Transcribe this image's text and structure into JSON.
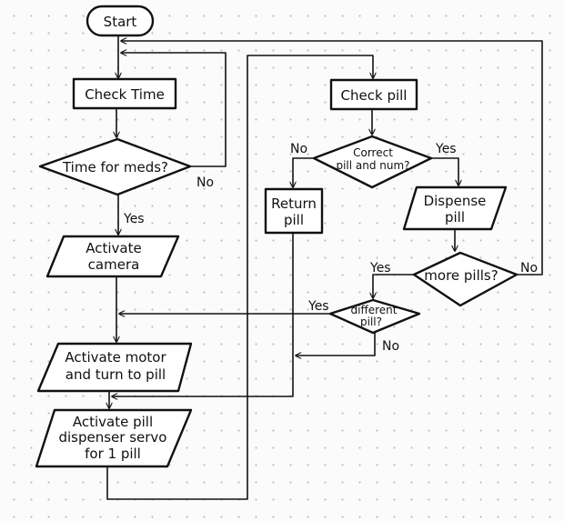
{
  "nodes": {
    "start": "Start",
    "check_time": "Check Time",
    "time_for_meds": "Time for meds?",
    "activate_camera": [
      "Activate",
      "camera"
    ],
    "activate_motor": [
      "Activate motor",
      "and turn to pill"
    ],
    "activate_servo": [
      "Activate pill",
      "dispenser servo",
      "for 1 pill"
    ],
    "check_pill": "Check pill",
    "correct_pill": [
      "Correct",
      "pill and num?"
    ],
    "return_pill": [
      "Return",
      "pill"
    ],
    "dispense_pill": [
      "Dispense",
      "pill"
    ],
    "more_pills": "more pills?",
    "different_pill": [
      "different",
      "pill?"
    ]
  },
  "edge_labels": {
    "meds_no": "No",
    "meds_yes": "Yes",
    "correct_no": "No",
    "correct_yes": "Yes",
    "more_yes": "Yes",
    "more_no": "No",
    "different_yes": "Yes",
    "different_no": "No"
  }
}
